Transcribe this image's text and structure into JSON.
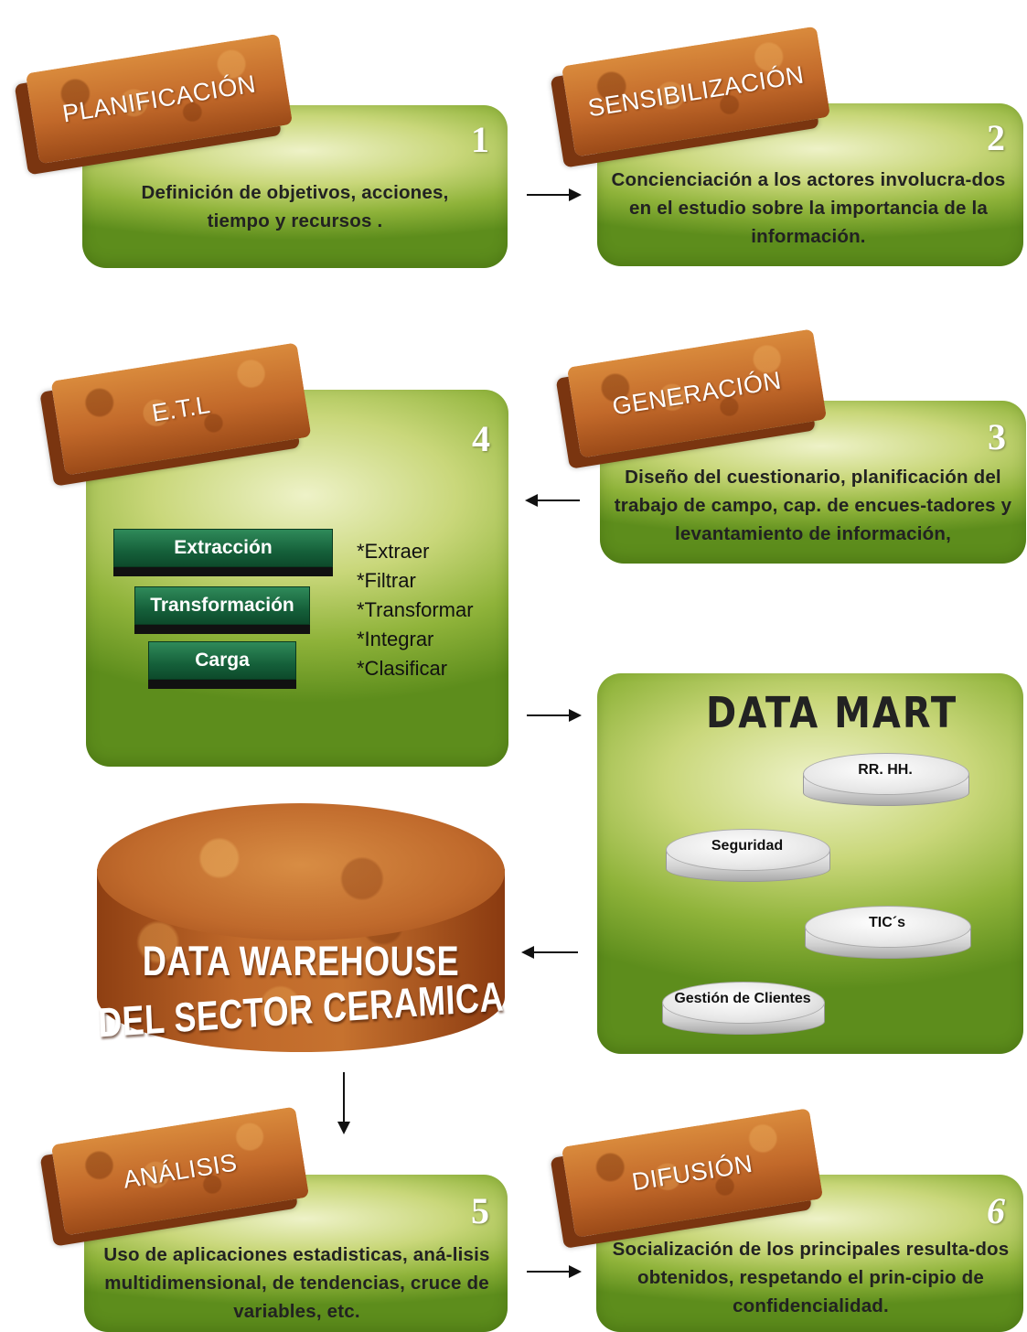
{
  "steps": [
    {
      "title": "PLANIFICACIÓN",
      "number": "1",
      "description": "Definición de objetivos, acciones, tiempo y recursos ."
    },
    {
      "title": "SENSIBILIZACIÓN",
      "number": "2",
      "description": "Concienciación a los actores involucra-dos en el estudio sobre la importancia de la información."
    },
    {
      "title": "GENERACIÓN",
      "number": "3",
      "description": "Diseño del cuestionario, planificación del trabajo de campo, cap. de encues-tadores y levantamiento de información,"
    },
    {
      "title": "E.T.L",
      "number": "4"
    },
    {
      "title": "ANÁLISIS",
      "number": "5",
      "description": "Uso de aplicaciones estadisticas, aná-lisis multidimensional, de tendencias, cruce de variables, etc."
    },
    {
      "title": "DIFUSIÓN",
      "number": "6",
      "description": "Socialización de los principales resulta-dos obtenidos, respetando el prin-cipio de confidencialidad."
    }
  ],
  "etl": {
    "stages": [
      "Extracción",
      "Transformación",
      "Carga"
    ],
    "operations": [
      "*Extraer",
      "*Filtrar",
      "*Transformar",
      "*Integrar",
      "*Clasificar"
    ]
  },
  "data_mart": {
    "title": "DATA MART",
    "disks": [
      "RR. HH.",
      "Seguridad",
      "TIC´s",
      "Gestión de Clientes"
    ]
  },
  "data_warehouse": {
    "line1": "DATA WAREHOUSE",
    "line2": "DEL SECTOR CERAMICA"
  },
  "colors": {
    "card_green": "#8fb33a",
    "brick_orange": "#c2692a",
    "etl_button": "#15603a"
  }
}
